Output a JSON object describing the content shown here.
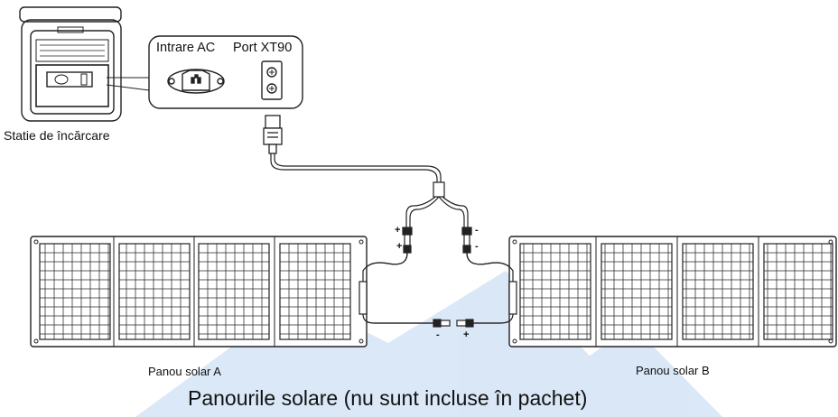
{
  "labels": {
    "station": "Statie de încărcare",
    "ac_input": "Intrare AC",
    "xt90_port": "Port XT90",
    "panel_a": "Panou solar A",
    "panel_b": "Panou solar B",
    "footer": "Panourile solare (nu sunt incluse în pachet)"
  },
  "polarity": {
    "plus": "+",
    "minus": "-"
  },
  "colors": {
    "line": "#222222",
    "watermark": "#c9dcf3"
  },
  "icons": [
    "power-station",
    "ac-socket-icon",
    "xt90-port-icon",
    "xt90-plug",
    "y-splitter",
    "solar-panel",
    "mc4-connector"
  ]
}
